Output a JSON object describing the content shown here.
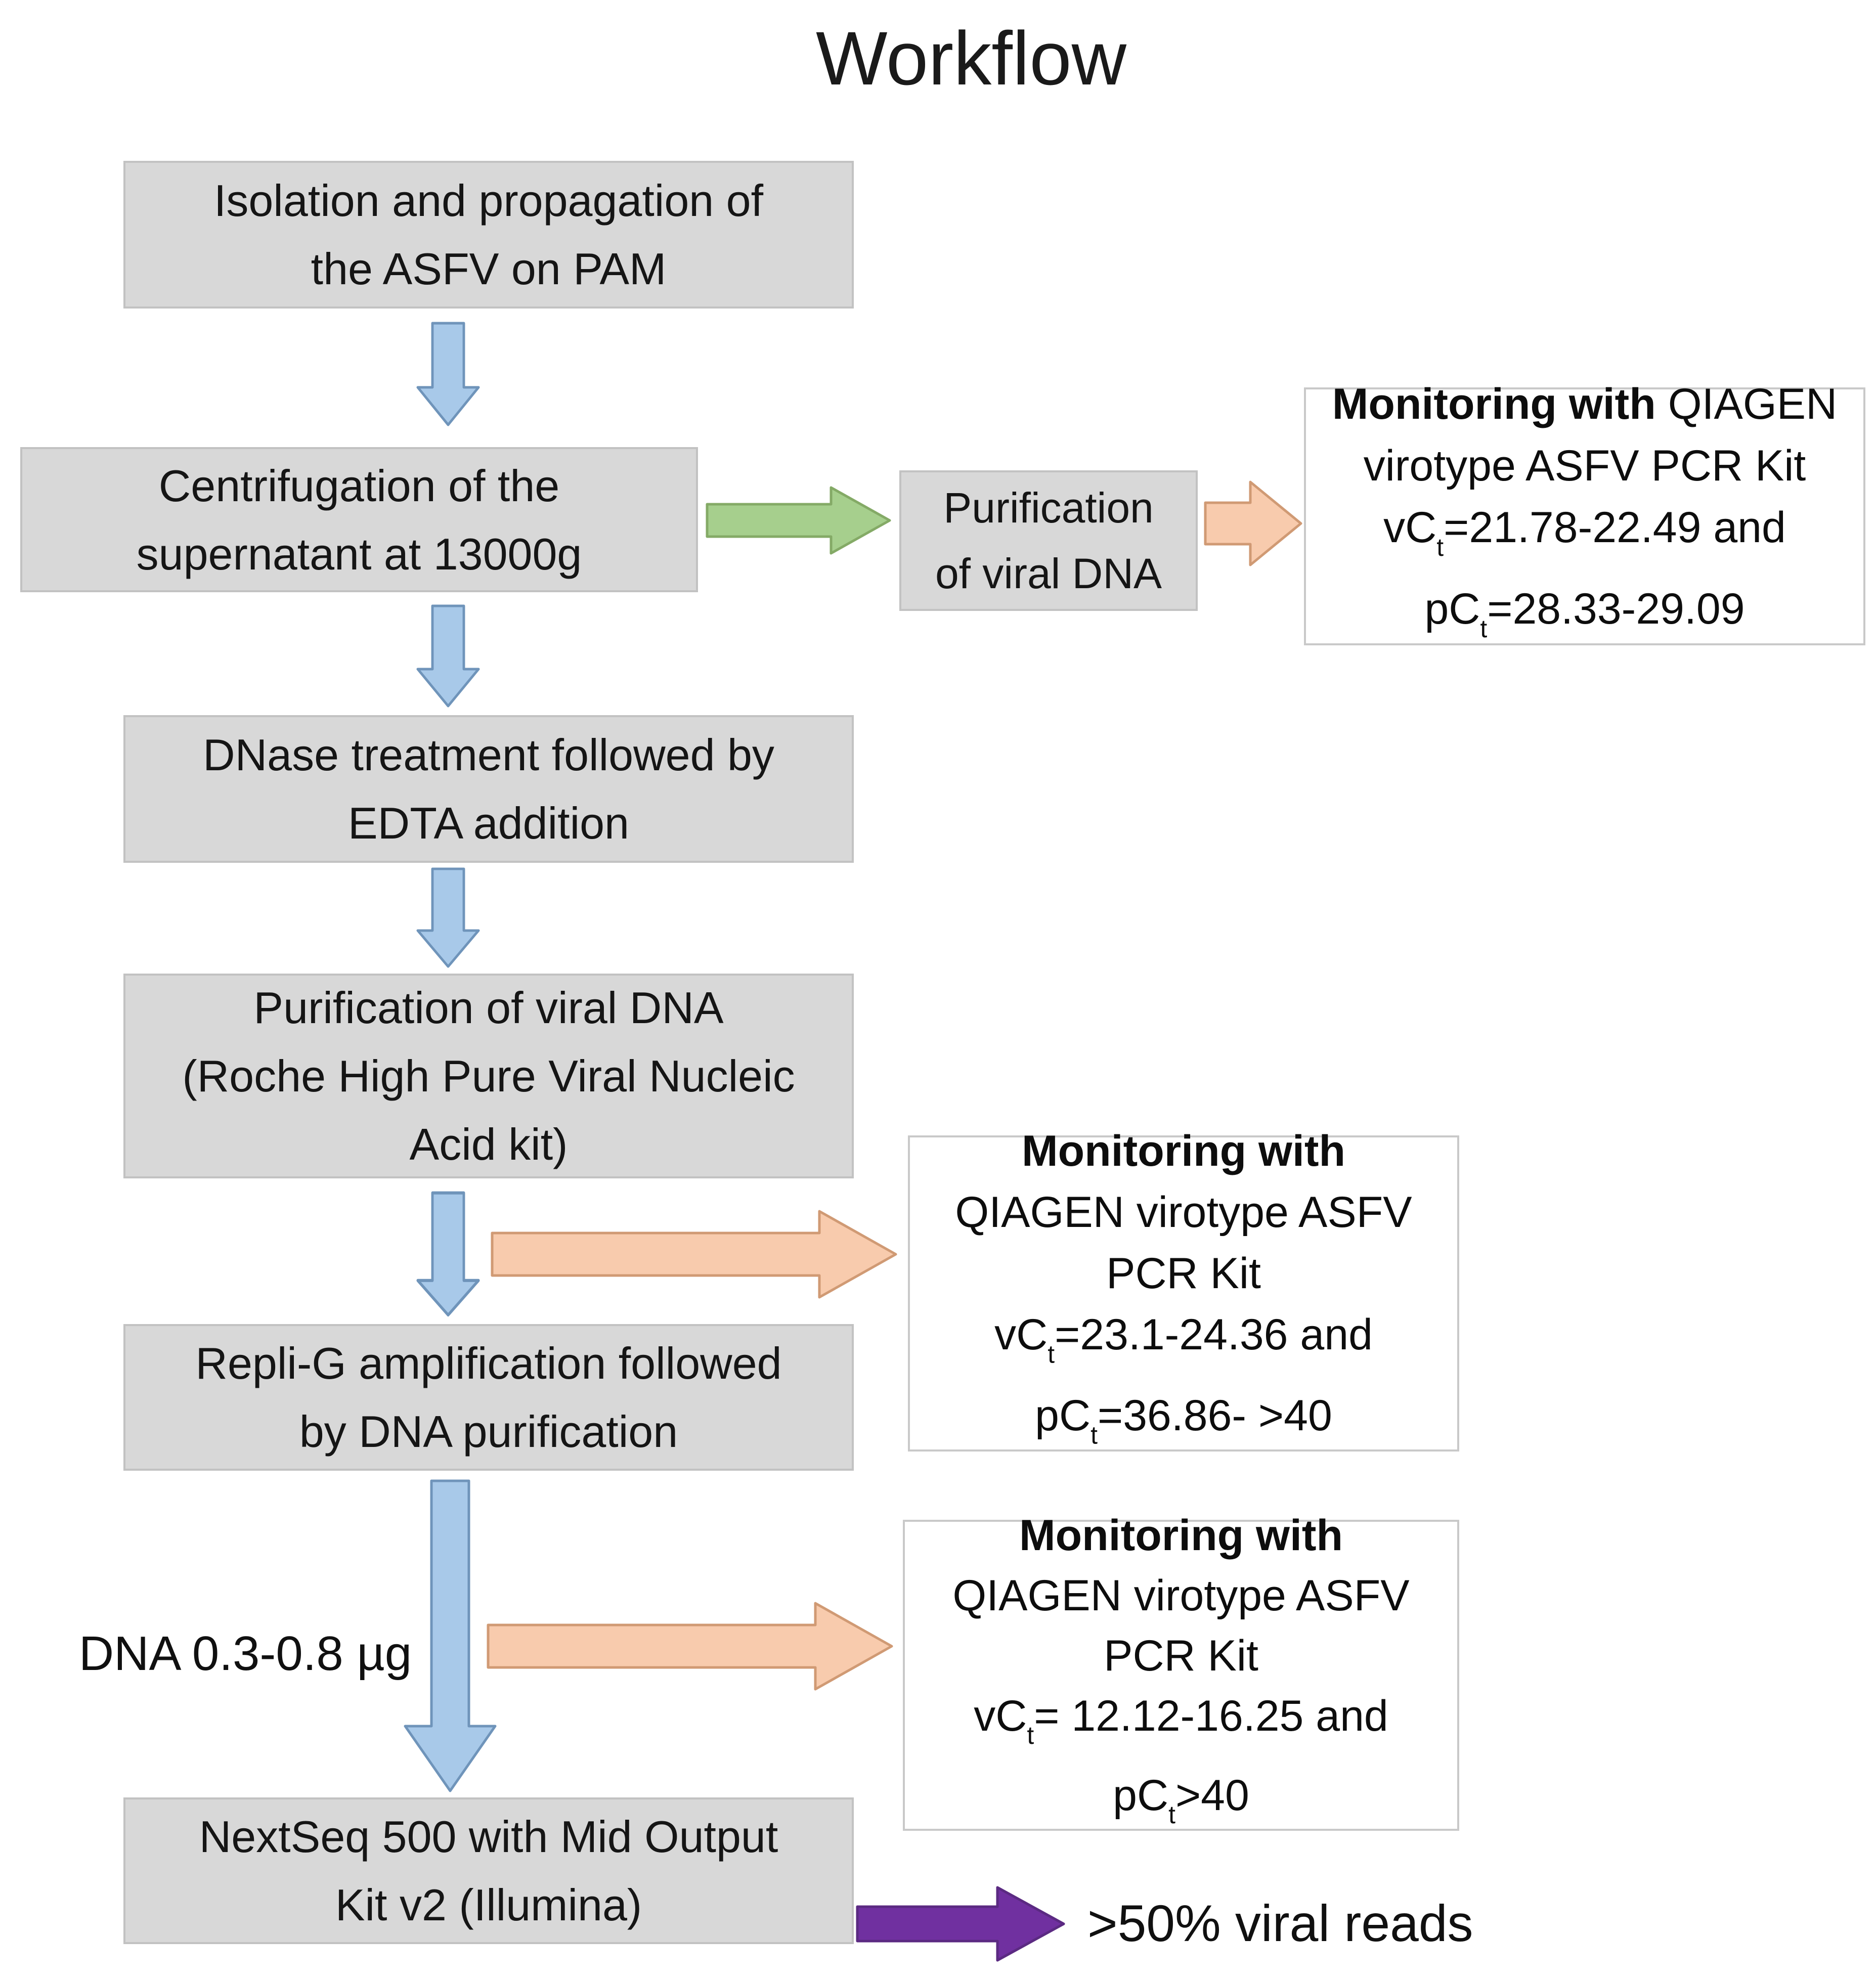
{
  "title": "Workflow",
  "flow": {
    "boxes": [
      {
        "lines": [
          "Isolation and propagation of",
          "the  ASFV on PAM"
        ]
      },
      {
        "lines": [
          "Centrifugation of the",
          "supernatant at 13000g"
        ]
      },
      {
        "lines": [
          "DNase treatment followed by",
          "EDTA addition"
        ]
      },
      {
        "lines": [
          "Purification of viral DNA",
          "(Roche High Pure Viral Nucleic",
          "Acid kit)"
        ]
      },
      {
        "lines": [
          "Repli-G amplification followed",
          "by DNA purification"
        ]
      },
      {
        "lines": [
          "NextSeq 500 with Mid Output",
          "Kit v2 (Illumina)"
        ]
      }
    ]
  },
  "side": {
    "purification_box": {
      "lines": [
        "Purification",
        "of viral DNA"
      ]
    }
  },
  "monitoring": [
    {
      "heading_bold": "Monitoring with",
      "heading_rest": " QIAGEN",
      "line2": "virotype ASFV PCR Kit",
      "vct_pre": "vC",
      "vct_sub": "t",
      "vct_post": "=21.78-22.49 and",
      "pct_pre": "pC",
      "pct_sub": "t",
      "pct_post": "=28.33-29.09"
    },
    {
      "heading_bold": "Monitoring with",
      "line2": "QIAGEN virotype ASFV",
      "line3": "PCR Kit",
      "vct_pre": "vC",
      "vct_sub": "t",
      "vct_post": "=23.1-24.36 and",
      "pct_pre": "pC",
      "pct_sub": "t",
      "pct_post": "=36.86- >40"
    },
    {
      "heading_bold": "Monitoring with",
      "line2": "QIAGEN virotype ASFV",
      "line3": "PCR Kit",
      "vct_pre": "vC",
      "vct_sub": "t",
      "vct_post": "= 12.12-16.25 and",
      "pct_pre": "pC",
      "pct_sub": "t",
      "pct_post": ">40"
    }
  ],
  "labels": {
    "dna_amount": "DNA 0.3-0.8 µg",
    "viral_reads": ">50% viral reads"
  },
  "colors": {
    "process_box_fill": "#d8d8d8",
    "process_box_border": "#c2c2c2",
    "monitor_box_fill": "#ffffff",
    "monitor_box_border": "#c9c9c9",
    "arrow_blue": "#a8c9e9",
    "arrow_green": "#a6cf8d",
    "arrow_orange": "#f8cbad",
    "arrow_purple": "#7030a0",
    "text": "#111111"
  }
}
